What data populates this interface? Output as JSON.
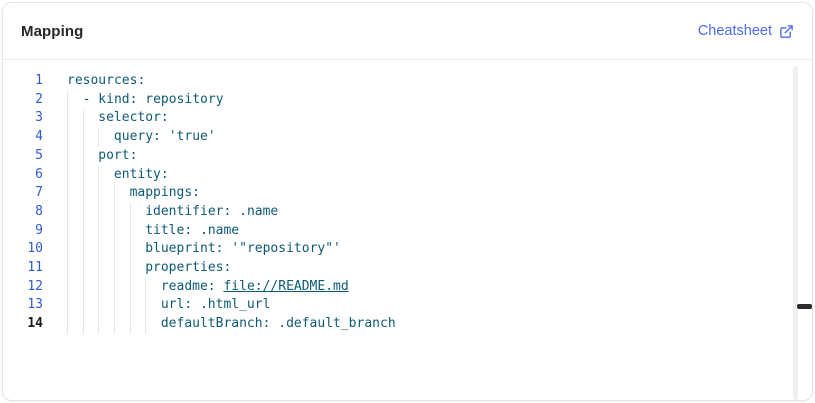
{
  "header": {
    "title": "Mapping",
    "cheatsheet_label": "Cheatsheet"
  },
  "colors": {
    "accent_blue": "#4a6cf0",
    "line_number": "#2d5bd1",
    "code_text": "#0e5a75",
    "indent_guide": "#e4e4ea",
    "active_line_number": "#1b1b1f"
  },
  "editor": {
    "language": "yaml",
    "lines": [
      {
        "num": "1",
        "indent": 0,
        "segments": [
          {
            "text": "resources:"
          }
        ]
      },
      {
        "num": "2",
        "indent": 2,
        "segments": [
          {
            "text": "- kind: repository"
          }
        ]
      },
      {
        "num": "3",
        "indent": 4,
        "segments": [
          {
            "text": "selector:"
          }
        ]
      },
      {
        "num": "4",
        "indent": 6,
        "segments": [
          {
            "text": "query: 'true'"
          }
        ]
      },
      {
        "num": "5",
        "indent": 4,
        "segments": [
          {
            "text": "port:"
          }
        ]
      },
      {
        "num": "6",
        "indent": 6,
        "segments": [
          {
            "text": "entity:"
          }
        ]
      },
      {
        "num": "7",
        "indent": 8,
        "segments": [
          {
            "text": "mappings:"
          }
        ]
      },
      {
        "num": "8",
        "indent": 10,
        "segments": [
          {
            "text": "identifier: .name"
          }
        ]
      },
      {
        "num": "9",
        "indent": 10,
        "segments": [
          {
            "text": "title: .name"
          }
        ]
      },
      {
        "num": "10",
        "indent": 10,
        "segments": [
          {
            "text": "blueprint: '\"repository\"'"
          }
        ]
      },
      {
        "num": "11",
        "indent": 10,
        "segments": [
          {
            "text": "properties:"
          }
        ]
      },
      {
        "num": "12",
        "indent": 12,
        "segments": [
          {
            "text": "readme: "
          },
          {
            "text": "file://README.md",
            "style": "link"
          }
        ]
      },
      {
        "num": "13",
        "indent": 12,
        "segments": [
          {
            "text": "url: .html_url"
          }
        ]
      },
      {
        "num": "14",
        "indent": 12,
        "segments": [
          {
            "text": "defaultBranch: .default_branch"
          }
        ],
        "active": true
      }
    ]
  }
}
